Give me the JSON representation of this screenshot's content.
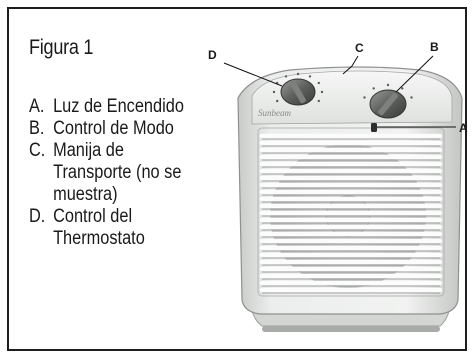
{
  "figure": {
    "title": "Figura 1",
    "legend": [
      {
        "key": "A.",
        "lines": [
          "Luz de Encendido"
        ]
      },
      {
        "key": "B.",
        "lines": [
          "Control de Modo"
        ]
      },
      {
        "key": "C.",
        "lines": [
          "Manija de",
          "Transporte (no se",
          "muestra)"
        ]
      },
      {
        "key": "D.",
        "lines": [
          "Control del",
          "Thermostato"
        ]
      }
    ],
    "callouts": {
      "a": "A",
      "b": "B",
      "c": "C",
      "d": "D"
    },
    "brand_logo": "Sunbeam"
  }
}
